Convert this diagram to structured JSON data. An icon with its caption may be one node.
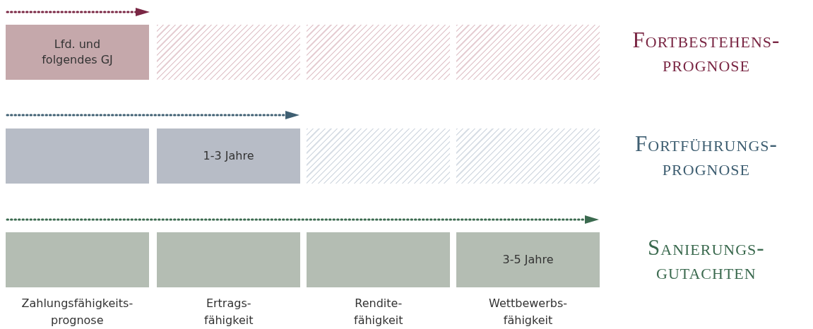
{
  "diagram": {
    "nodes": [
      {
        "text": [
          "Lfd. und folgendes GJ"
        ]
      },
      {
        "text": [],
        "shape": "box"
      },
      {
        "text": [],
        "shape": "box"
      },
      {
        "text": [],
        "shape": "box"
      },
      {
        "text": [],
        "shape": "box"
      },
      {
        "text": [
          "1-3 Jahre"
        ]
      },
      {
        "text": [],
        "shape": "box"
      },
      {
        "text": [],
        "shape": "box"
      },
      {
        "text": [],
        "shape": "box"
      },
      {
        "text": [],
        "shape": "box"
      },
      {
        "text": [],
        "shape": "box"
      },
      {
        "text": [
          "3-5 Jahre"
        ]
      }
    ],
    "labels": [
      "Fortbestehens- prognose",
      "Fortführungs- prognose",
      "Sanierungs- gutachten",
      "Zahlungsfähigkeits- prognose",
      "Ertrags- fähigkeit",
      "Rendite- fähigkeit",
      "Wettbewerbs- fähigkeit"
    ]
  }
}
